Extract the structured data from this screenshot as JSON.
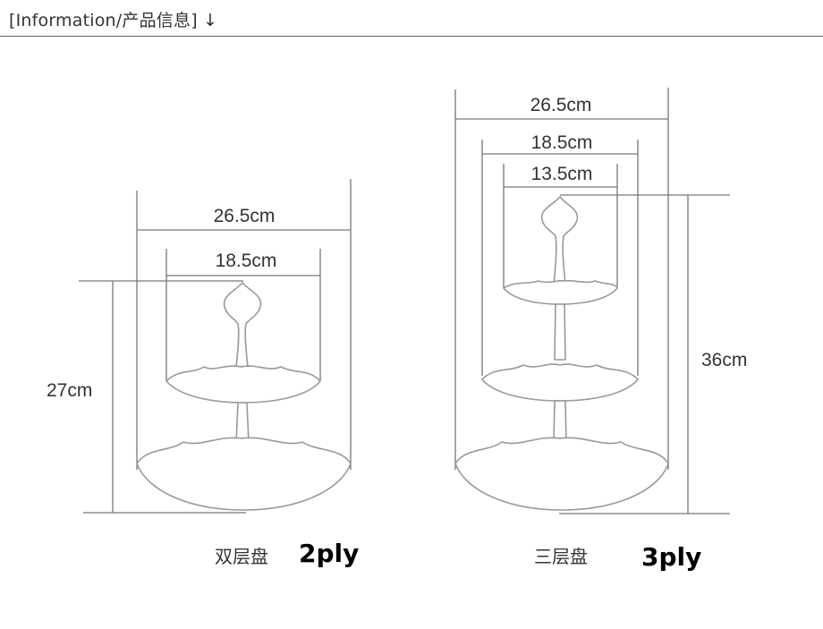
{
  "header": {
    "title": "[Information/产品信息]",
    "arrow": "↓"
  },
  "two_tier": {
    "outer_width": "26.5cm",
    "inner_width": "18.5cm",
    "height": "27cm",
    "caption": "双层盘",
    "ply": "2ply"
  },
  "three_tier": {
    "outer_width": "26.5cm",
    "middle_width": "18.5cm",
    "inner_width": "13.5cm",
    "height": "36cm",
    "caption": "三层盘",
    "ply": "3ply"
  }
}
